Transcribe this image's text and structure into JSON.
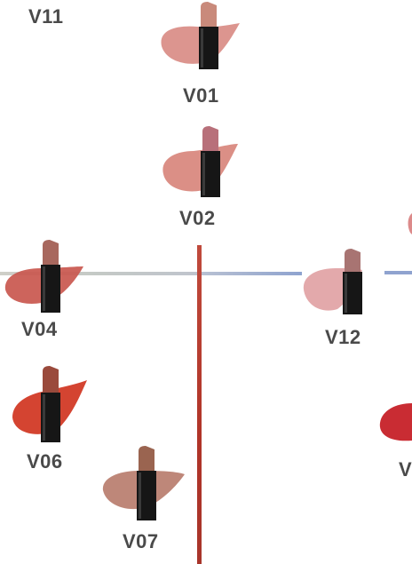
{
  "diagram": {
    "items": [
      {
        "code": "V11"
      },
      {
        "code": "V01",
        "color": "#d98c86",
        "cap": "#c98a7b"
      },
      {
        "code": "V02",
        "color": "#d8857c",
        "cap": "#b8707a"
      },
      {
        "code": "V04",
        "color": "#c9574e",
        "cap": "#a8685e"
      },
      {
        "code": "V12",
        "color": "#e1a2a4",
        "cap": "#a87472"
      },
      {
        "code": "V06",
        "color": "#d0341f",
        "cap": "#9a4a3c"
      },
      {
        "code": "V07",
        "color": "#b97d6e",
        "cap": "#9a6450"
      },
      {
        "code": "V",
        "color": "#c92c33"
      }
    ],
    "axes": {
      "vertical_color": "#b33a30",
      "horizontal_left_color": "#c9c9c0",
      "horizontal_right_color": "#8fa3cf"
    }
  }
}
